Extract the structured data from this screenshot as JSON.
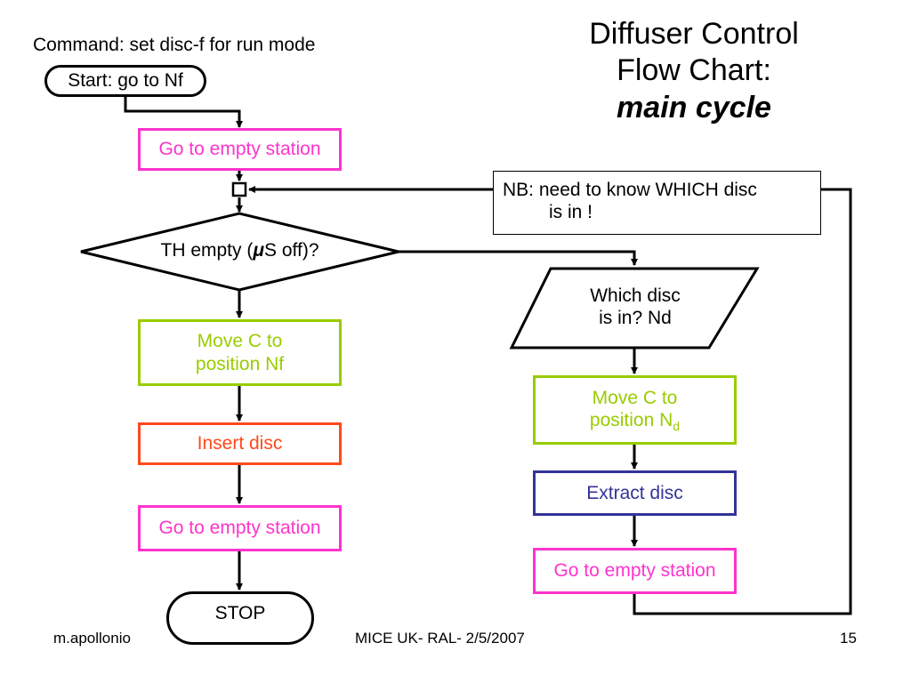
{
  "title": {
    "line1": "Diffuser Control",
    "line2": "Flow Chart:",
    "line3": "main cycle"
  },
  "command_label": "Command: set disc-f for run mode",
  "nodes": {
    "start": "Start: go to Nf",
    "goto_empty_1": "Go to empty station",
    "decision_pre": "TH empty (",
    "decision_mu": "μ",
    "decision_post": "S off)?",
    "move_c_nf_line1": "Move C to",
    "move_c_nf_line2": "position Nf",
    "insert_disc": "Insert disc",
    "goto_empty_2": "Go to empty station",
    "stop": "STOP",
    "note_line1": "NB: need to know WHICH disc",
    "note_line2": "is in !",
    "which_disc_line1": "Which disc",
    "which_disc_line2": "is in? Nd",
    "move_c_nd_line1": "Move C to",
    "move_c_nd_line2_main": "position N",
    "move_c_nd_line2_sub": "d",
    "extract_disc": "Extract disc",
    "goto_empty_3": "Go to empty station"
  },
  "colors": {
    "magenta": "#ff33cc",
    "green": "#99cc00",
    "orange_red": "#ff4a1a",
    "navy": "#333399",
    "black": "#000000"
  },
  "footer": {
    "author": "m.apollonio",
    "center": "MICE UK- RAL- 2/5/2007",
    "page": "15"
  }
}
